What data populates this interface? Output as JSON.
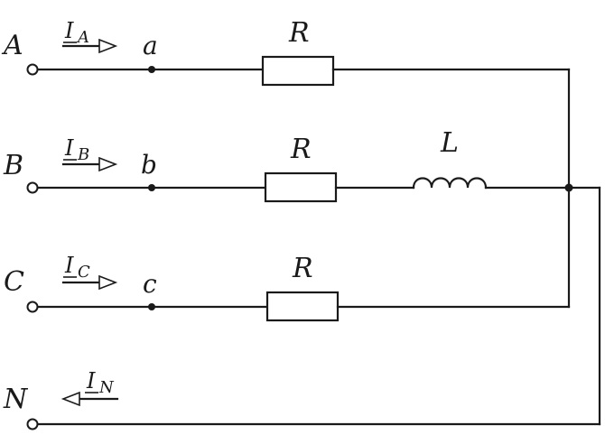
{
  "phases": [
    {
      "line_label": "A",
      "node_label": "a",
      "current_main": "I",
      "current_sub": "A",
      "element_label": "R"
    },
    {
      "line_label": "B",
      "node_label": "b",
      "current_main": "I",
      "current_sub": "B",
      "element_label": "R",
      "inductor_label": "L"
    },
    {
      "line_label": "C",
      "node_label": "c",
      "current_main": "I",
      "current_sub": "C",
      "element_label": "R"
    }
  ],
  "neutral": {
    "line_label": "N",
    "current_main": "I",
    "current_sub": "N"
  }
}
